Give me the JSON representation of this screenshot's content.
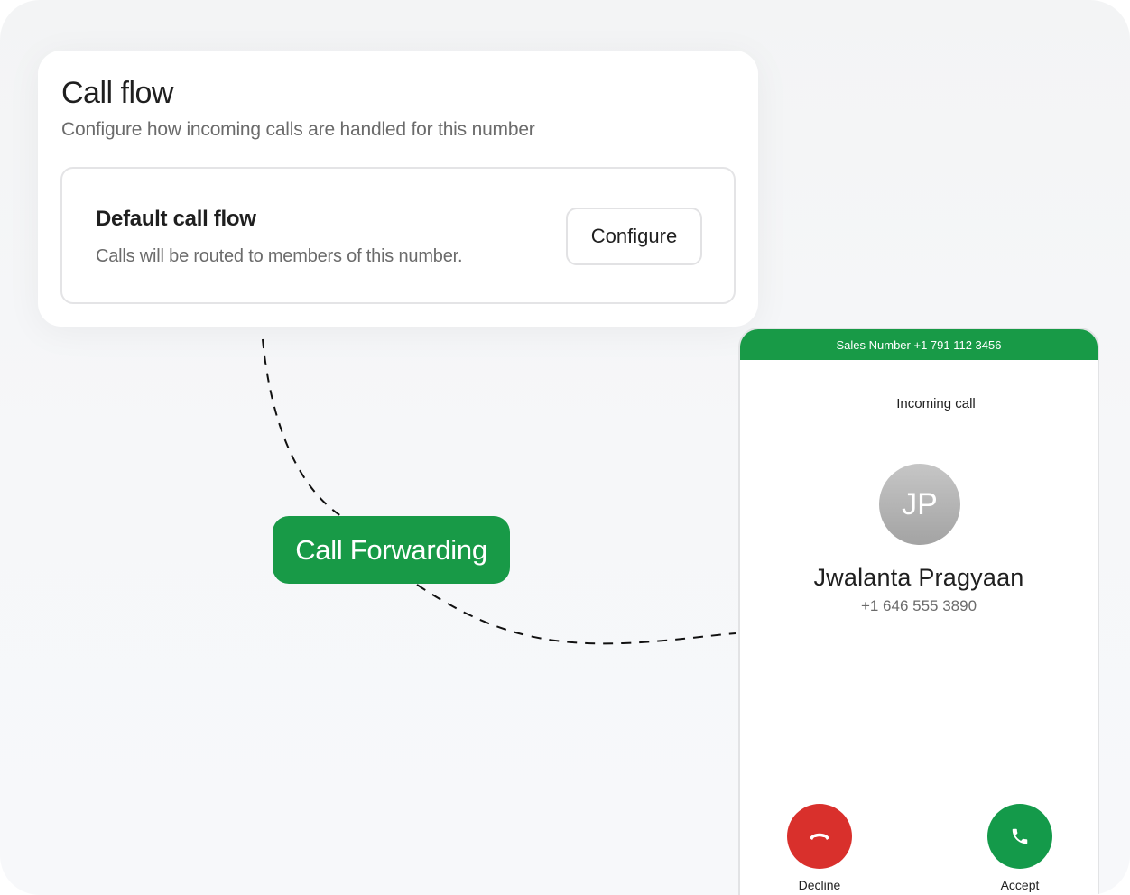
{
  "callflow": {
    "title": "Call flow",
    "subtitle": "Configure how incoming calls are handled for this number",
    "default_flow": {
      "title": "Default call flow",
      "description": "Calls will be routed to members of this number.",
      "configure_label": "Configure"
    }
  },
  "connector": {
    "label": "Call Forwarding",
    "color": "#189a47"
  },
  "phone": {
    "header": "Sales Number +1 791 112 3456",
    "status": "Incoming call",
    "caller": {
      "initials": "JP",
      "name": "Jwalanta Pragyaan",
      "number": "+1 646 555 3890"
    },
    "actions": {
      "decline": {
        "label": "Decline",
        "icon": "phone-hangup-icon",
        "color": "#d9302c"
      },
      "accept": {
        "label": "Accept",
        "icon": "phone-icon",
        "color": "#149a4a"
      }
    },
    "accent": "#189a47"
  }
}
